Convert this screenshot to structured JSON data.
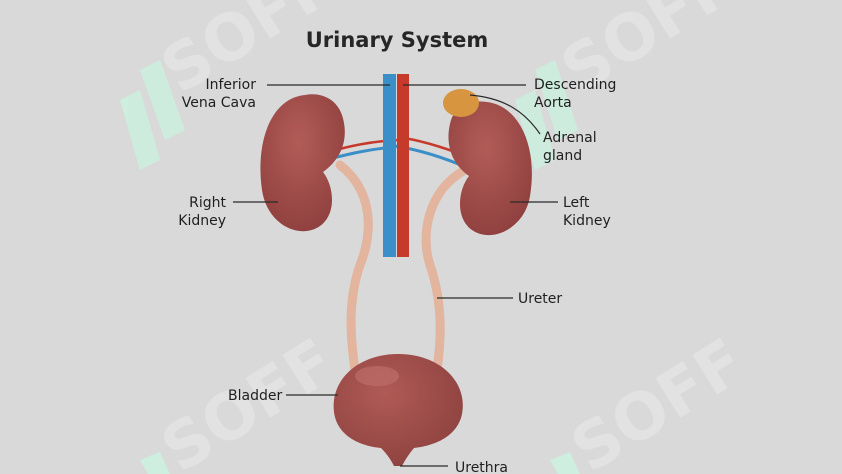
{
  "title": "Urinary System",
  "labels": {
    "inferior_vena_cava": [
      "Inferior",
      "Vena Cava"
    ],
    "descending_aorta": [
      "Descending",
      "Aorta"
    ],
    "adrenal_gland": [
      "Adrenal",
      "gland"
    ],
    "right_kidney": [
      "Right",
      "Kidney"
    ],
    "left_kidney": [
      "Left",
      "Kidney"
    ],
    "ureter": "Ureter",
    "bladder": "Bladder",
    "urethra": "Urethra"
  },
  "watermark": "SOFF",
  "colors": {
    "background": "#d9d9d9",
    "kidney": "#9b4a47",
    "bladder": "#9a4b48",
    "vein": "#3a8fc8",
    "artery": "#c63a2c",
    "ureter": "#e3b49e",
    "adrenal": "#d7953f",
    "watermark_logo": "#ccefdf"
  }
}
